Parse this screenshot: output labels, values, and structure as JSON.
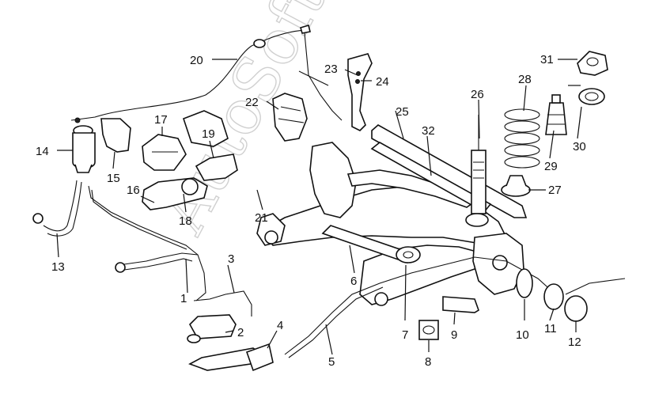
{
  "watermark": "AutoSoft",
  "callouts": {
    "c1": "1",
    "c2": "2",
    "c3": "3",
    "c4": "4",
    "c5": "5",
    "c6": "6",
    "c7": "7",
    "c8": "8",
    "c9": "9",
    "c10": "10",
    "c11": "11",
    "c12": "12",
    "c13": "13",
    "c14": "14",
    "c15": "15",
    "c16": "16",
    "c17": "17",
    "c18": "18",
    "c19": "19",
    "c20": "20",
    "c21": "21",
    "c22": "22",
    "c23": "23",
    "c24": "24",
    "c25": "25",
    "c26": "26",
    "c27": "27",
    "c28": "28",
    "c29": "29",
    "c30": "30",
    "c31": "31",
    "c32": "32"
  }
}
